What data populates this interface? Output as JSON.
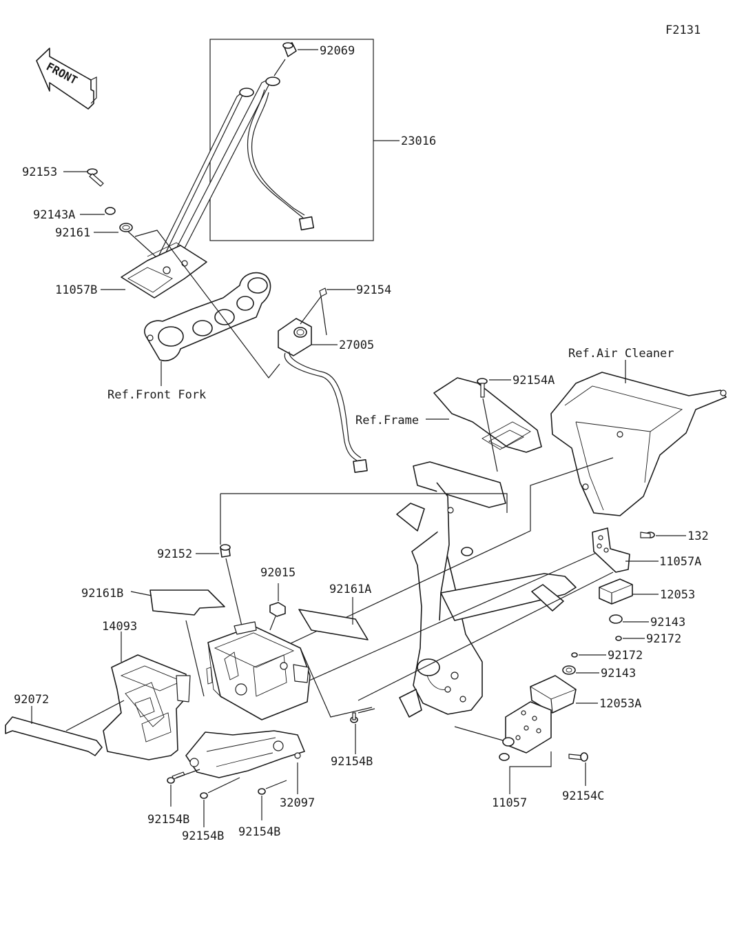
{
  "figure_id": "F2131",
  "front_arrow": "FRONT",
  "callouts": {
    "p92069": "92069",
    "p23016": "23016",
    "p92153": "92153",
    "p92143A": "92143A",
    "p92161": "92161",
    "p11057B": "11057B",
    "p92154": "92154",
    "p27005": "27005",
    "ref_front_fork": "Ref.Front Fork",
    "ref_air_cleaner": "Ref.Air Cleaner",
    "p92154A": "92154A",
    "ref_frame": "Ref.Frame",
    "p132": "132",
    "p11057A": "11057A",
    "p12053": "12053",
    "p92143_upper": "92143",
    "p92172_upper": "92172",
    "p92172_lower": "92172",
    "p92143_lower": "92143",
    "p12053A": "12053A",
    "p92152": "92152",
    "p92015": "92015",
    "p92161A": "92161A",
    "p92161B": "92161B",
    "p14093": "14093",
    "p92072": "92072",
    "p92154B_mid": "92154B",
    "p32097": "32097",
    "p92154B_left": "92154B",
    "p92154B_center": "92154B",
    "p92154B_right": "92154B",
    "p11057": "11057",
    "p92154C": "92154C"
  }
}
